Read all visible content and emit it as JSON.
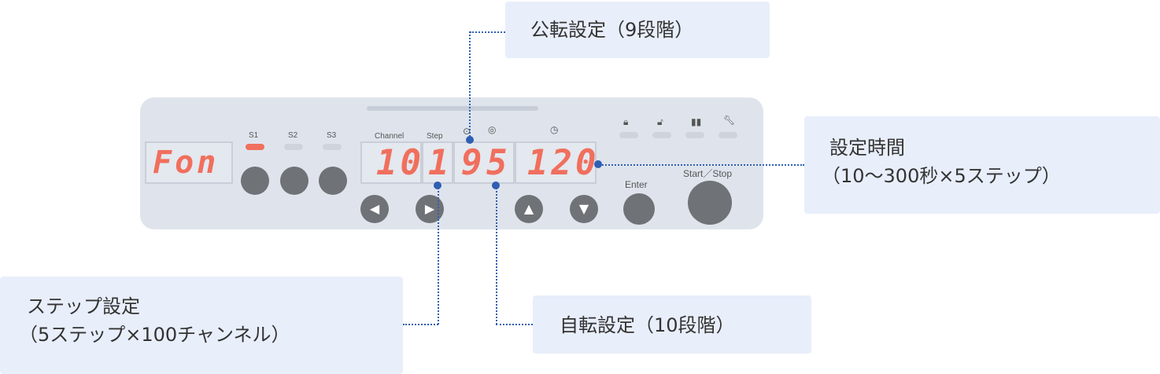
{
  "callouts": {
    "revolution": "公転設定（9段階）",
    "time_line1": "設定時間",
    "time_line2": "（10〜300秒×5ステップ）",
    "step_line1": "ステップ設定",
    "step_line2": "（5ステップ×100チャンネル）",
    "rotation": "自転設定（10段階）"
  },
  "panel": {
    "mode_display": "Fon",
    "slot_labels": [
      "S1",
      "S2",
      "S3"
    ],
    "active_slot": "S1",
    "channel_label": "Channel",
    "step_label": "Step",
    "channel_value": "10",
    "step_value": "1",
    "revolution_value": "9",
    "rotation_value": "5",
    "time_value": "120",
    "enter_label": "Enter",
    "start_stop_label": "Start／Stop",
    "icons": [
      "revolution-icon",
      "rotation-icon",
      "clock-icon",
      "lock-icon",
      "unlock-icon",
      "pause-icon",
      "wrench-icon"
    ]
  },
  "colors": {
    "accent": "#2f5fb3",
    "display_digits": "#f06f5d",
    "callout_bg": "#e8eefa",
    "panel_bg": "#dfe4ec"
  }
}
